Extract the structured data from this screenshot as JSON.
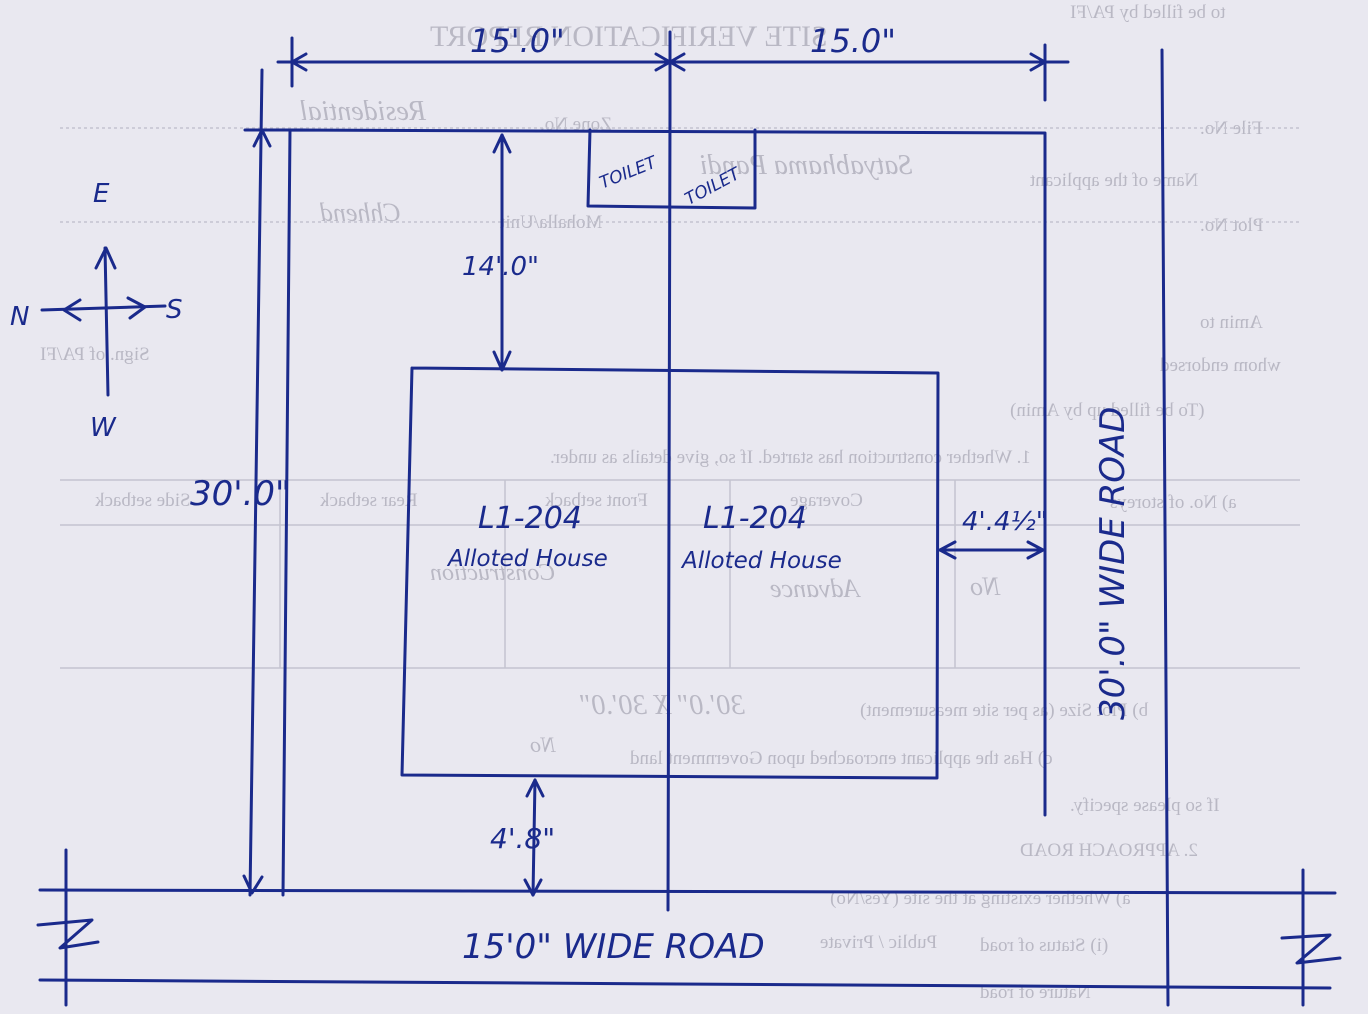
{
  "drawing": {
    "top_dim_left": "15'.0\"",
    "top_dim_right": "15.0\"",
    "left_dim": "30'.0\"",
    "setback_top": "14'.0\"",
    "setback_bottom": "4'.8\"",
    "setback_side": "4'.4½\"",
    "toilet_left": "TOILET",
    "toilet_right": "TOILET",
    "unit_left_no": "L1-204",
    "unit_left_desc": "Alloted House",
    "unit_right_no": "L1-204",
    "unit_right_desc": "Alloted House",
    "road_bottom": "15'0\" WIDE ROAD",
    "road_right": "30'.0\" WIDE ROAD",
    "compass": {
      "east": "E",
      "west": "W",
      "north": "N",
      "south": "S"
    }
  },
  "background_form": {
    "heading": "SITE VERIFICATION REPORT",
    "top_note": "to be filled by PA/FI",
    "lines": [
      "File No.",
      "Zone No.",
      "Name of the applicant",
      "Plot No.",
      "Mohalla/Unit",
      "Amin to",
      "whom endorsed",
      "Sign. of PA/FI",
      "(To be filled up by Amin)",
      "1.  Whether construction has started. If so, give details as under.",
      "a)  No. of storeys",
      "Coverage",
      "Front setback",
      "Rear setback",
      "Side setback",
      "b)  Plot Size (as per site measurement)",
      "c)  Has the applicant encroached upon Government land",
      "If so please specify.",
      "2.  APPROACH ROAD",
      "a)  Whether existing at the site (Yes/No)",
      "(i)  Status of road",
      "Public / Private",
      "Nature of road"
    ],
    "handwritten": [
      "Residential",
      "Satyabhama Pandi",
      "Chhend",
      "No",
      "Advance",
      "Construction",
      "30'.0\" X 30'.0\"",
      "No"
    ]
  }
}
